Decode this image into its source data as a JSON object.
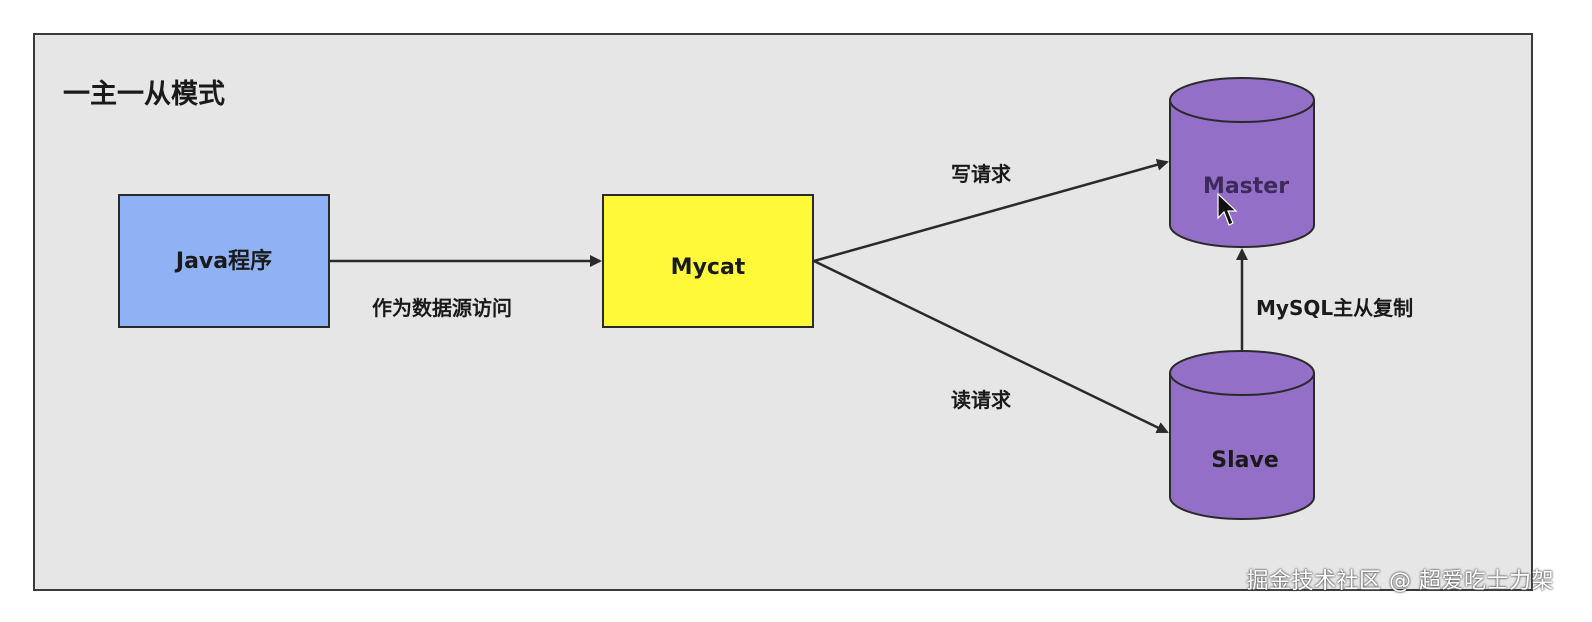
{
  "title": "一主一从模式",
  "nodes": {
    "java": {
      "label": "Java程序",
      "color": "#8fb2f5"
    },
    "mycat": {
      "label": "Mycat",
      "color": "#fff93a"
    },
    "master": {
      "label": "Master",
      "color": "#946fc8"
    },
    "slave": {
      "label": "Slave",
      "color": "#946fc8"
    }
  },
  "edges": {
    "java_to_mycat": "作为数据源访问",
    "mycat_to_master": "写请求",
    "mycat_to_slave": "读请求",
    "slave_to_master": "MySQL主从复制"
  },
  "watermark": "掘金技术社区 @ 超爱吃士力架"
}
